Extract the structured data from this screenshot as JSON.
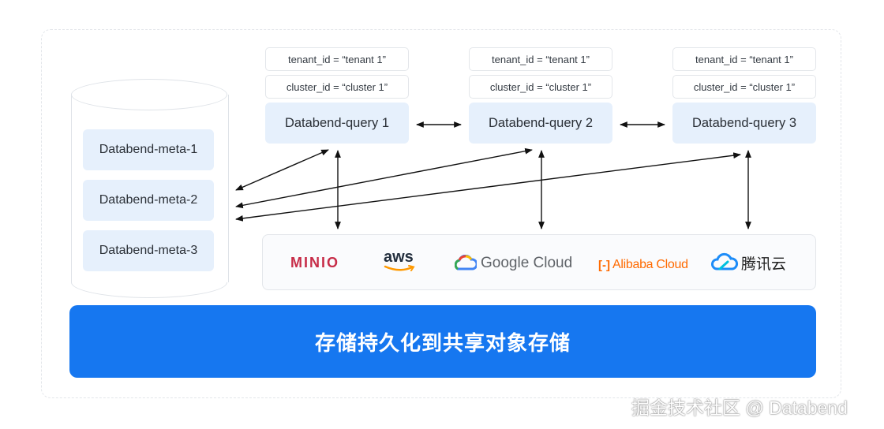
{
  "meta_nodes": [
    "Databend-meta-1",
    "Databend-meta-2",
    "Databend-meta-3"
  ],
  "queries": [
    {
      "tenant": "tenant_id = “tenant 1”",
      "cluster": "cluster_id = “cluster 1”",
      "label": "Databend-query 1"
    },
    {
      "tenant": "tenant_id = “tenant 1”",
      "cluster": "cluster_id = “cluster 1”",
      "label": "Databend-query 2"
    },
    {
      "tenant": "tenant_id = “tenant 1”",
      "cluster": "cluster_id = “cluster 1”",
      "label": "Databend-query 3"
    }
  ],
  "storage_logos": {
    "minio": "MINIO",
    "aws": "aws",
    "google": "Google Cloud",
    "alibaba": "Alibaba Cloud",
    "alibaba_mark": "[-]",
    "tencent": "腾讯云"
  },
  "banner": "存储持久化到共享对象存储",
  "watermark": "掘金技术社区 @ Databend",
  "colors": {
    "node_fill": "#e6f0fc",
    "banner": "#1677f0",
    "minio": "#c72c48",
    "aws": "#232f3e",
    "aws_smile": "#ff9900",
    "alibaba": "#ff6a00",
    "tencent": "#1d8cf8"
  }
}
